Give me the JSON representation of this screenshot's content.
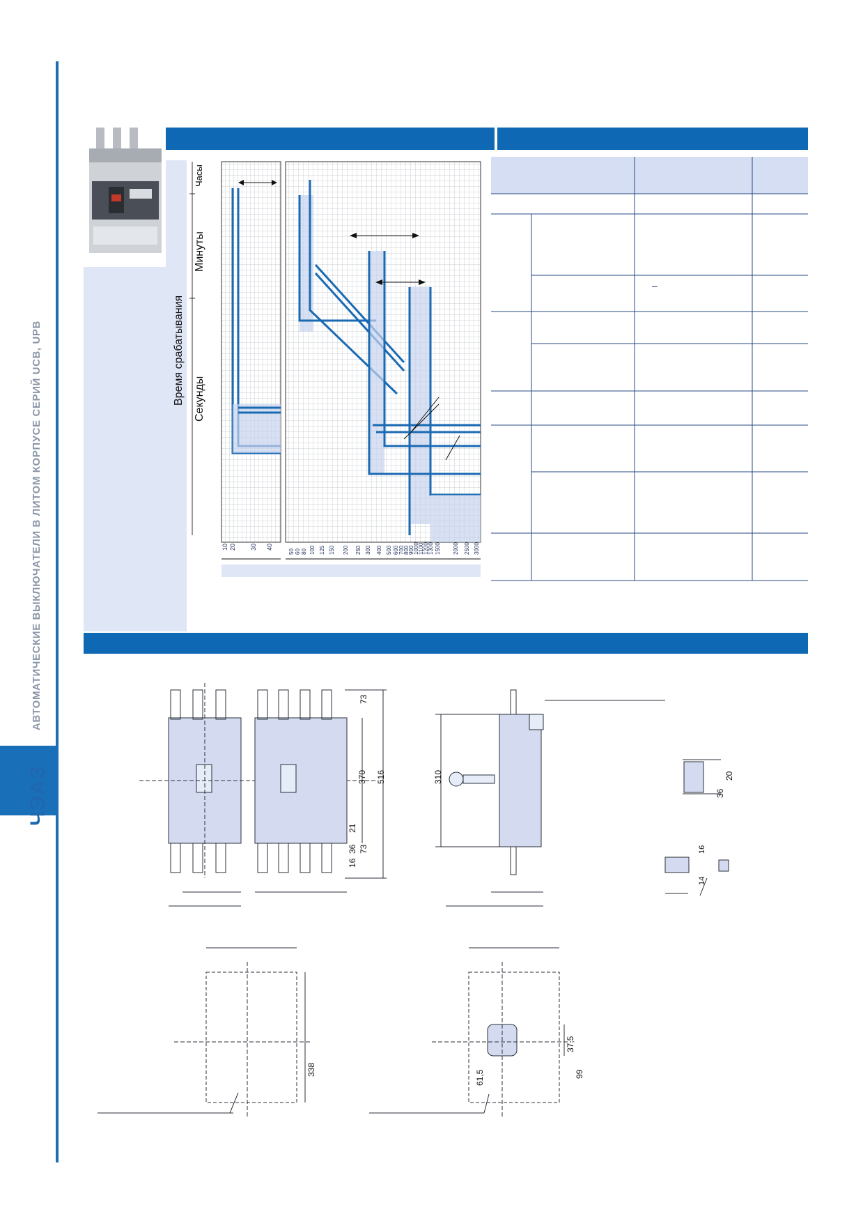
{
  "sidebar": {
    "vertical_title": "АВТОМАТИЧЕСКИЕ ВЫКЛЮЧАТЕЛИ В ЛИТОМ КОРПУСЕ СЕРИЙ UCB, UPB",
    "logo_text": "ЧЭАЗ"
  },
  "colors": {
    "brand_blue": "#0e68b4",
    "light_panel": "#dfe6f6",
    "curve_blue": "#1a6ab3",
    "grid_gray": "#9aa0a8"
  },
  "chart": {
    "axis_label_time": "Время срабатывания",
    "label_hours": "Часы",
    "label_minutes": "Минуты",
    "label_seconds": "Секунды",
    "ticks_left": [
      "10",
      "20",
      "30",
      "40"
    ],
    "ticks_right": [
      "50",
      "60",
      "80",
      "100",
      "125",
      "150",
      "200",
      "250",
      "300",
      "400",
      "500",
      "600",
      "700",
      "800",
      "900",
      "1000",
      "1100",
      "1200",
      "1300",
      "1500",
      "2000",
      "2500",
      "3000"
    ]
  },
  "table": {
    "dash_symbol": "–"
  },
  "dimensions": {
    "d73_top": "73",
    "d370": "370",
    "d516": "516",
    "d21": "21",
    "d36": "36",
    "d73_bottom": "73",
    "d16": "16",
    "d310": "310",
    "d36_small": "36",
    "d20": "20",
    "d16_small": "16",
    "d14": "14",
    "d338": "338",
    "d37_5": "37,5",
    "d61_5": "61,5",
    "d99": "99"
  }
}
